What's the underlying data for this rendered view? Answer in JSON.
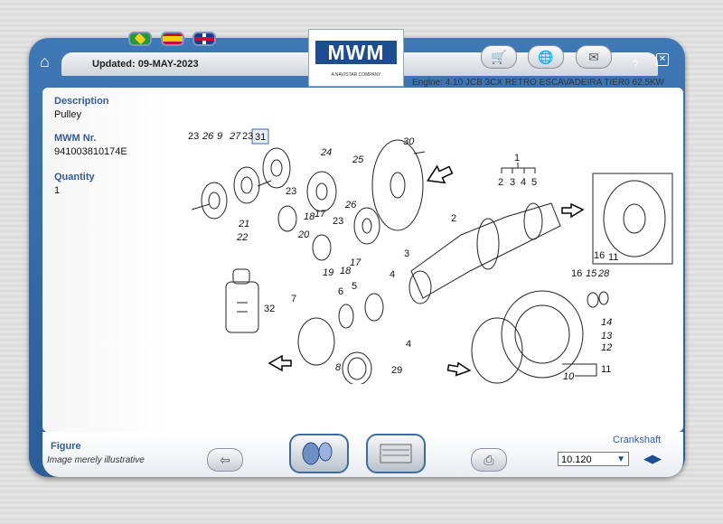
{
  "header": {
    "updated": "Updated: 09-MAY-2023",
    "logo_text": "MWM",
    "logo_sub": "A NAVISTAR COMPANY",
    "engine": "Engine: 4.10 JCB 3CX RETRO ESCAVADEIRA TIER0 62,5KW",
    "help": "?",
    "close": "✕"
  },
  "icons": {
    "home": "⌂",
    "cart": "🛒",
    "globe": "🌐",
    "mail": "✉",
    "back": "⇦",
    "print": "⎙"
  },
  "part": {
    "description_label": "Description",
    "description": "Pulley",
    "mwm_label": "MWM Nr.",
    "mwm_number": "941003810174E",
    "quantity_label": "Quantity",
    "quantity": "1"
  },
  "figure": {
    "label": "Figure",
    "note": "Image merely illustrative"
  },
  "section": {
    "name": "Crankshaft",
    "selected": "10.120"
  },
  "diagram_labels": [
    "23",
    "26",
    "9",
    "27",
    "23",
    "31",
    "24",
    "30",
    "25",
    "1",
    "2",
    "3",
    "4",
    "5",
    "23",
    "18",
    "17",
    "21",
    "22",
    "20",
    "26",
    "23",
    "19",
    "18",
    "17",
    "3",
    "4",
    "32",
    "7",
    "6",
    "5",
    "4",
    "8",
    "29",
    "2",
    "16",
    "11",
    "16",
    "15",
    "28",
    "14",
    "13",
    "12",
    "10",
    "11"
  ]
}
